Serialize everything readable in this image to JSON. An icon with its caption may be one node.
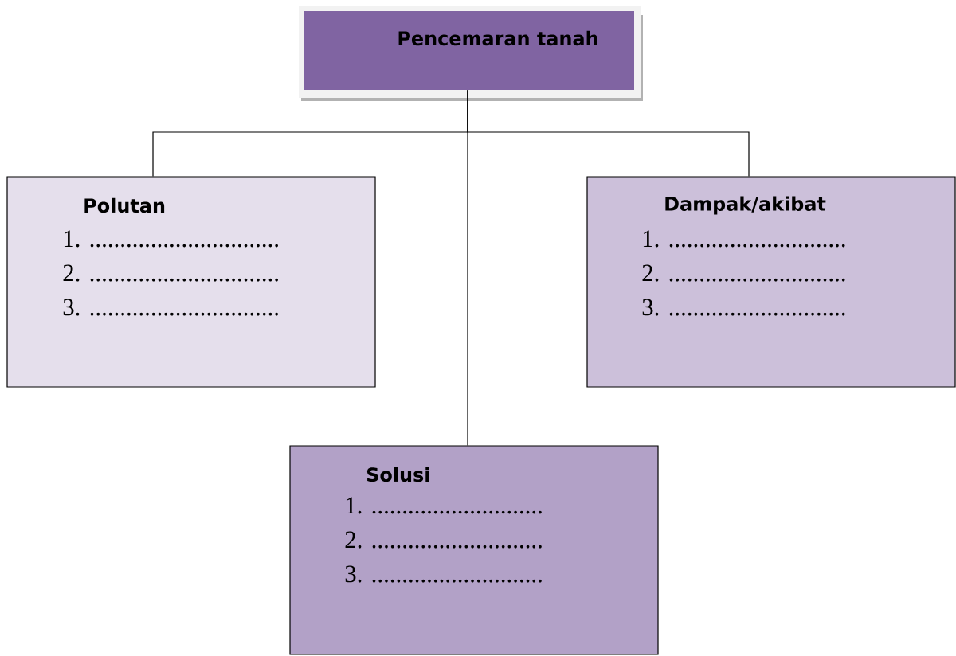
{
  "diagram": {
    "nodes": [
      {
        "text": [
          "Pencemaran tanah"
        ]
      },
      {
        "text": [
          "Polutan",
          "1. ...............................",
          "2. ...............................",
          "3. ..............................."
        ]
      },
      {
        "text": [
          "Dampak/akibat",
          "1. .............................",
          "2. .............................",
          "3. ............................."
        ]
      },
      {
        "text": [
          "Solusi",
          "1. ............................",
          "2. ............................",
          "3. ............................"
        ]
      }
    ],
    "edges": [
      {
        "from": 0,
        "to": 1,
        "arrow": "none"
      },
      {
        "from": 0,
        "to": 2,
        "arrow": "none"
      },
      {
        "from": 0,
        "to": 3,
        "arrow": "none"
      }
    ]
  }
}
